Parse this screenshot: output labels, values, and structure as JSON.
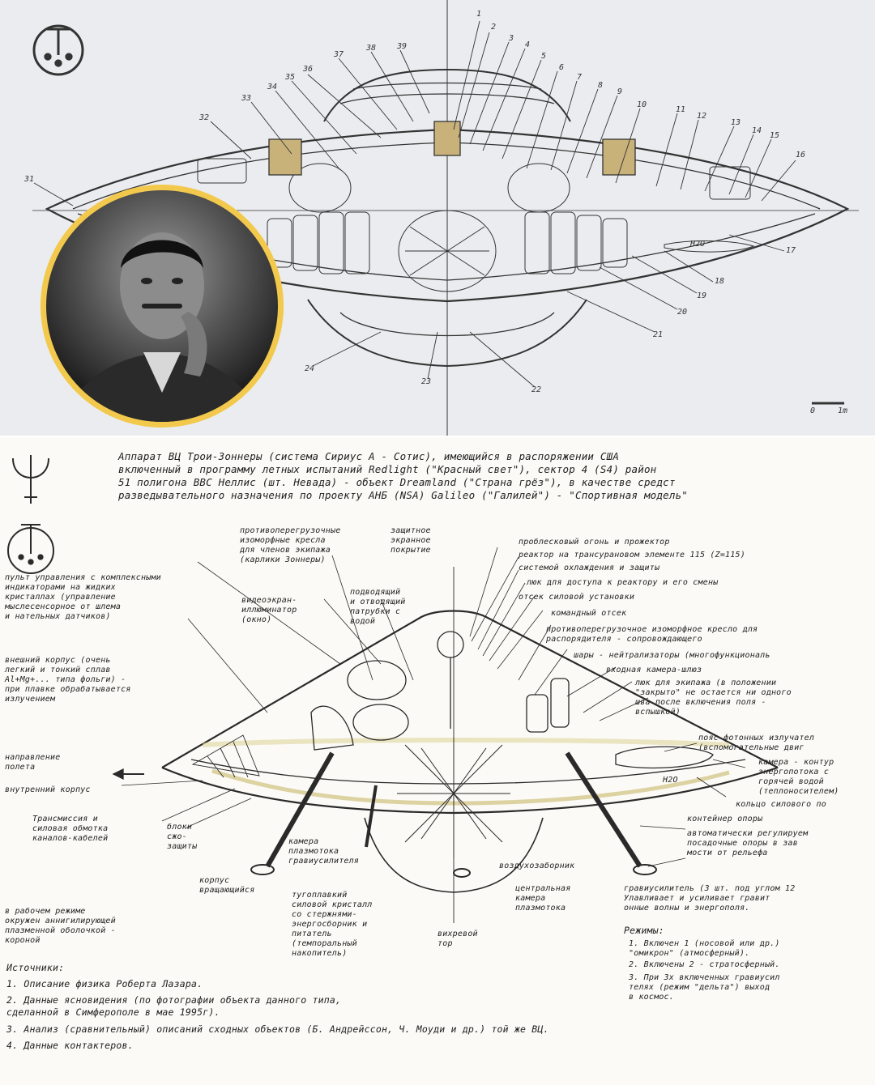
{
  "top": {
    "part_numbers": [
      "1",
      "2",
      "3",
      "4",
      "5",
      "6",
      "7",
      "8",
      "9",
      "10",
      "11",
      "12",
      "13",
      "14",
      "15",
      "16",
      "17",
      "18",
      "19",
      "20",
      "21",
      "22",
      "23",
      "24",
      "31",
      "32",
      "33",
      "34",
      "35",
      "36",
      "37",
      "38",
      "39"
    ],
    "h2o_label": "H2O",
    "scale_labels": [
      "0",
      "1m"
    ]
  },
  "doc": {
    "intro": "Аппарат ВЦ Трои-Зоннеры (система Сириус А - Сотис), имеющийся в распоряжении США\nвключенный в программу летных испытаний Redlight (\"Красный свет\"), сектор 4 (S4) район\n51 полигона ВВС Неллис (шт. Невада) - объект Dreamland (\"Страна грёз\"), в качестве средст\nразведывательного назначения по проекту АНБ (NSA) Galileo (\"Галилей\") - \"Спортивная модель\"",
    "labels": {
      "chairs": "противоперегрузочные\nизоморфные кресла\nдля членов экипажа\n(карлики Зоннеры)",
      "coating": "защитное\nэкранное\nпокрытие",
      "beacon": "проблесковый огонь и прожектор",
      "reactor": "реактор на трансурановом элементе 115 (Z=115)",
      "cooling": "системой охлаждения и защиты",
      "hatch_reactor": "люк для доступа к реактору и его смены",
      "power_bay": "отсек силовой установки",
      "command_bay": "командный отсек",
      "console": "пульт управления с комплексными\nиндикаторами на жидких\nкристаллах (управление\nмыслесенсорное от шлема\nи нательных датчиков)",
      "videoscreen": "видеоэкран-\nиллюминатор\n(окно)",
      "water_pipes": "подводящий\nи отводящий\nпатрубки с\nводой",
      "chair2": "противоперегрузочное изоморфное кресло для\nраспорядителя - сопровождающего",
      "spheres": "шары - нейтрализаторы (многофункциональ",
      "airlock": "входная камера-шлюз",
      "hatch_crew": "люк для экипажа (в положении\n\"закрыто\" не остается ни одного\nшва после включения поля -\nвспышкой)",
      "photon_belt": "пояс фотонных излучател\n(вспомогательные двиг",
      "energy_loop": "камера - контур\nэнергопотока с\nгорячей водой\n(теплоносителем)",
      "ring": "кольцо силового по",
      "shell": "внешний корпус (очень\nлегкий и тонкий сплав\nAl+Mg+... типа фольги) -\nпри плавке обрабатывается\nизлучением",
      "direction": "направление\nполета",
      "inner_hull": "внутренний корпус",
      "transmission": "Трансмиссия и\nсиловая обмотка\nканалов-кабелей",
      "blocks": "блоки\nсжо-\nзащиты",
      "plasma_chamber": "камера\nплазмотока\nгравиусилителя",
      "air_intake": "воздухозаборник",
      "rotating_hull": "корпус\nвращающийся",
      "crystal": "тугоплавкий\nсиловой кристалл\nсо стержнями-\nэнергосборник и\nпитатель\n(темпоральный\nнакопитель)",
      "central_chamber": "центральная\nкамера\nплазмотока",
      "vortex": "вихревой\nтор",
      "container": "контейнер опоры",
      "legs": "автоматически регулируем\nпосадочные опоры в зав\nмости от рельефа",
      "gravity": "гравиусилитель (3 шт. под углом 12\nУлавливает и усиливает гравит\nонные волны и энергополя.",
      "plasma_crown": "в рабочем режиме\nокружен аннигилирующей\nплазменной оболочкой -\nкороной",
      "h2o": "H2O"
    },
    "modes_title": "Режимы:",
    "modes": [
      "1. Включен 1 (носовой или др.)\n\"омикрон\" (атмосферный).",
      "2. Включены 2 - стратосферный.",
      "3. При 3х включенных гравиусил\nтелях (режим \"дельта\") выход\nв космос."
    ],
    "sources_title": "Источники:",
    "sources": [
      "1. Описание физика Роберта Лазара.",
      "2. Данные ясновидения (по фотографии объекта данного типа,\nсделанной в Симферополе в мае 1995г).",
      "3. Анализ (сравнительный) описаний сходных объектов (Б. Андрейссон, Ч. Моуди и др.) той же ВЦ.",
      "4. Данные контактеров."
    ]
  }
}
